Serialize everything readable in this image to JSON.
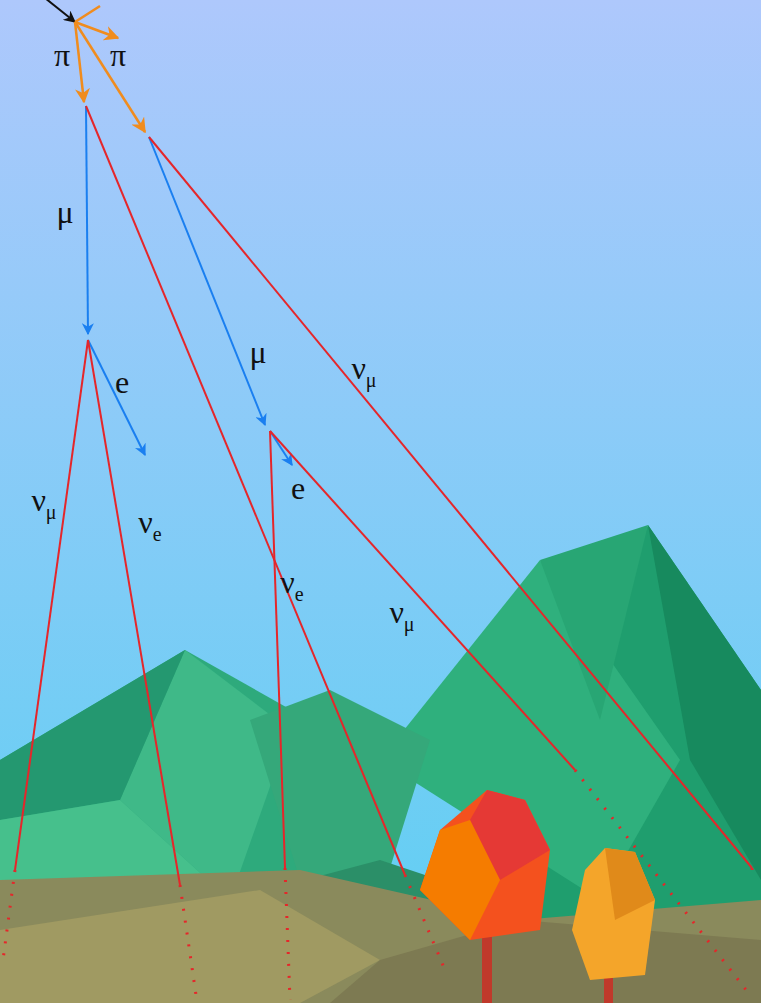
{
  "diagram": {
    "labels": [
      "π",
      "π",
      "μ",
      "μ",
      "νμ",
      "e",
      "e",
      "νμ",
      "νe",
      "νe",
      "νμ"
    ]
  }
}
